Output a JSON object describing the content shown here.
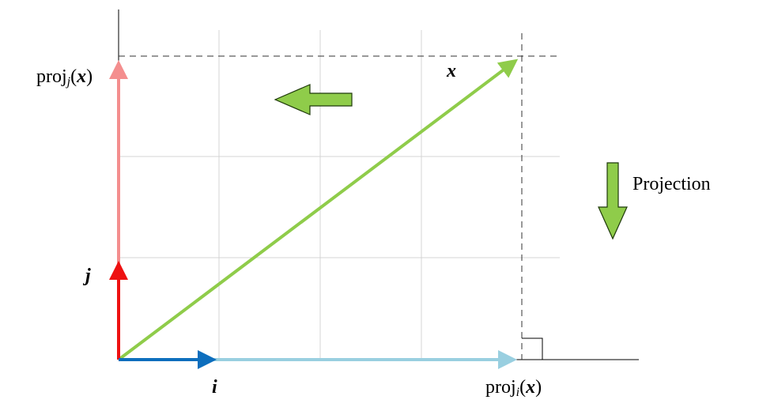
{
  "colors": {
    "grid": "#d4d4d4",
    "axis": "#000000",
    "x_vector": "#8fcc4a",
    "x_vector_stroke": "#3a6b12",
    "i_vector": "#0d6ebd",
    "j_vector": "#ee1111",
    "proj_i": "#99cfe0",
    "proj_j": "#f48e8e"
  },
  "labels": {
    "x": "x",
    "i": "i",
    "j": "j",
    "proj_prefix": "proj",
    "sub_i": "i",
    "sub_j": "j",
    "paren_open": "(",
    "paren_x": "x",
    "paren_close": ")",
    "projection": "Projection"
  }
}
